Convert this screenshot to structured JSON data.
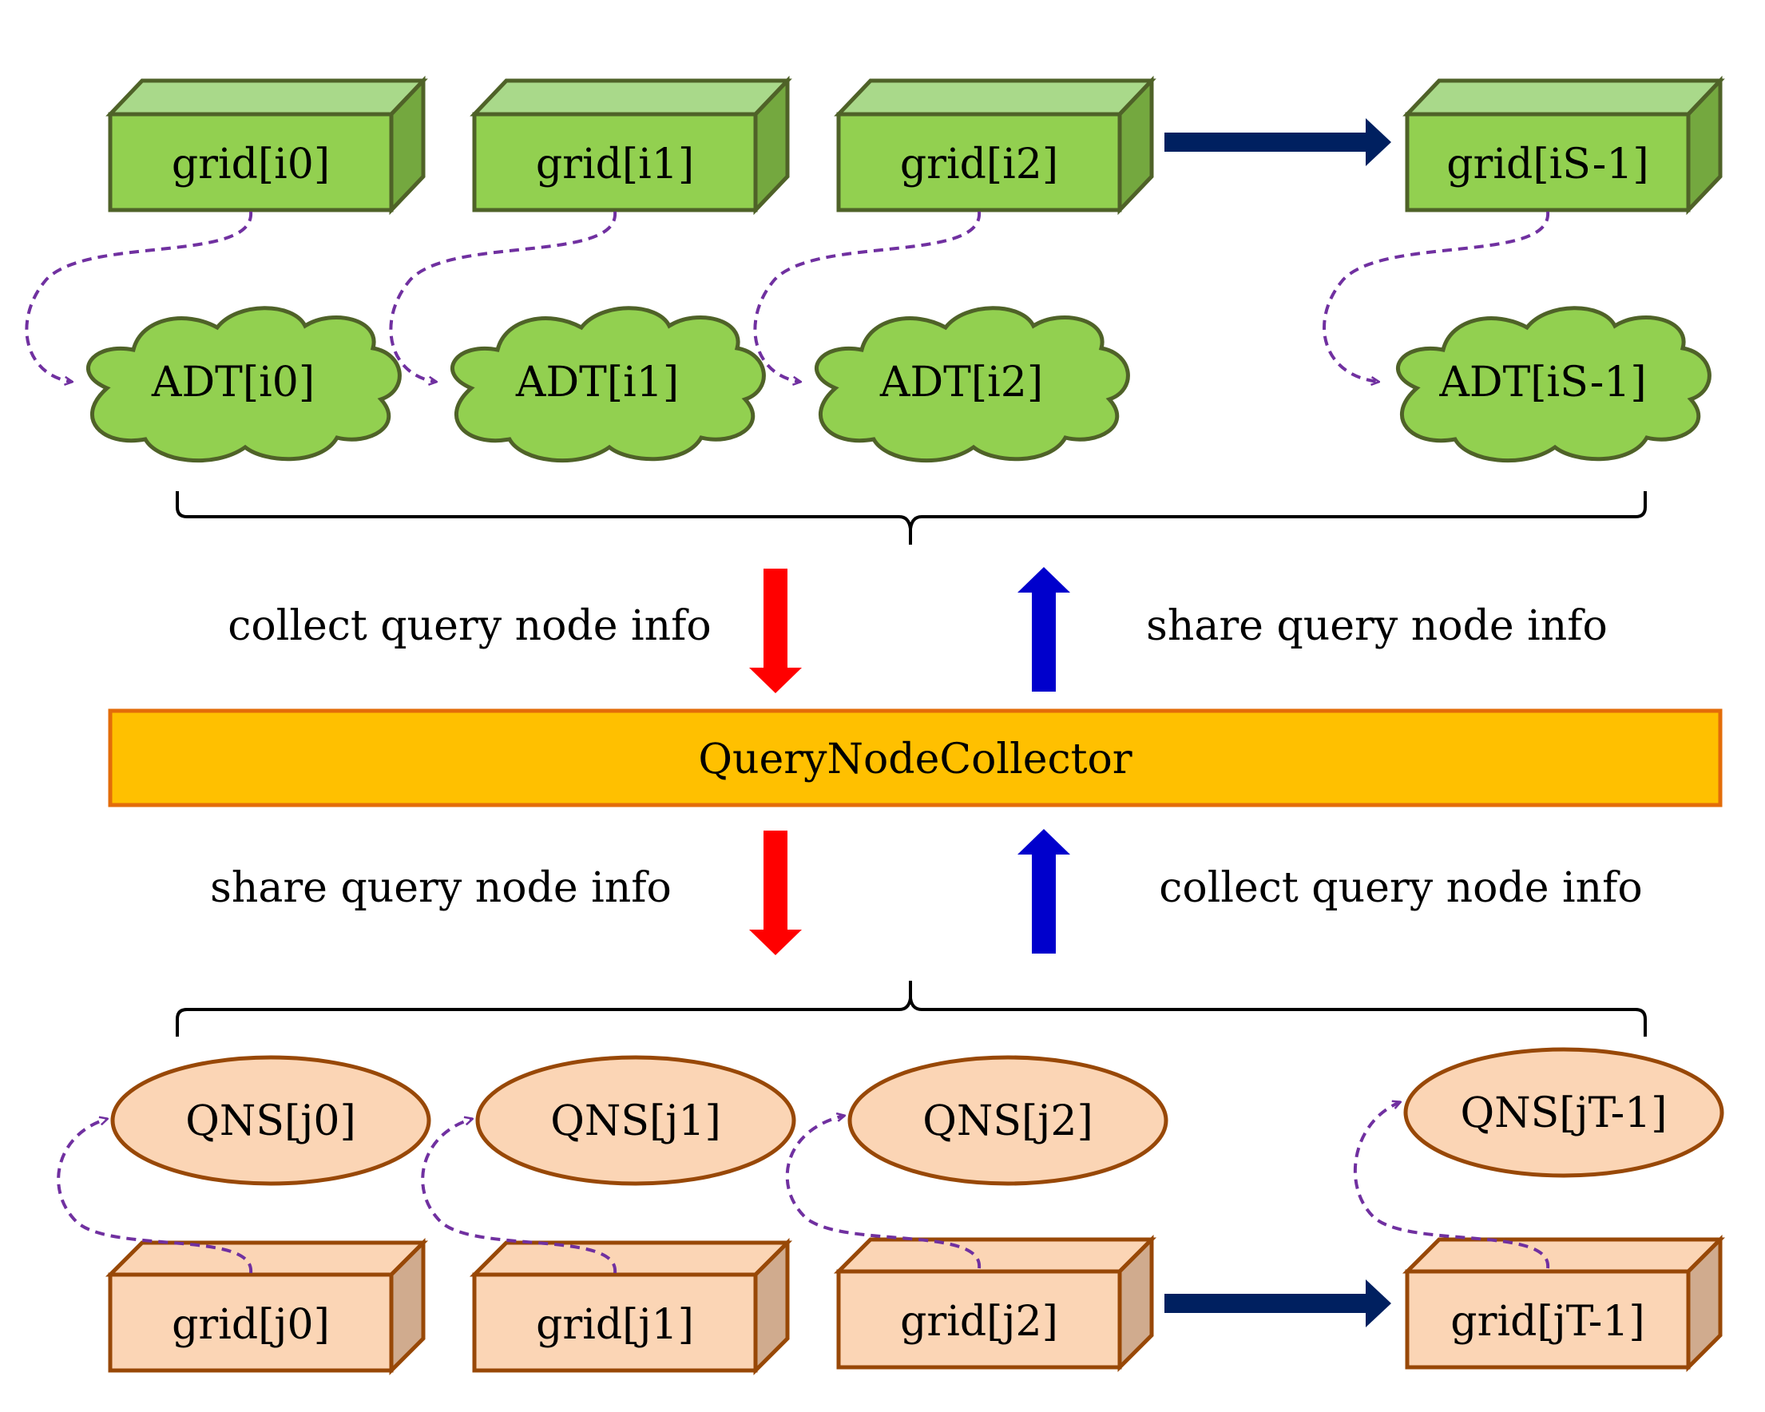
{
  "top_grids": [
    {
      "label": "grid[i0]"
    },
    {
      "label": "grid[i1]"
    },
    {
      "label": "grid[i2]"
    },
    {
      "label": "grid[iS-1]"
    }
  ],
  "top_adts": [
    {
      "label": "ADT[i0]"
    },
    {
      "label": "ADT[i1]"
    },
    {
      "label": "ADT[i2]"
    },
    {
      "label": "ADT[iS-1]"
    }
  ],
  "upper_flow": {
    "left_label": "collect query node info",
    "right_label": "share query node info"
  },
  "collector": {
    "label": "QueryNodeCollector"
  },
  "lower_flow": {
    "left_label": "share query node info",
    "right_label": "collect query node info"
  },
  "bottom_qns": [
    {
      "label": "QNS[j0]"
    },
    {
      "label": "QNS[j1]"
    },
    {
      "label": "QNS[j2]"
    },
    {
      "label": "QNS[jT-1]"
    }
  ],
  "bottom_grids": [
    {
      "label": "grid[j0]"
    },
    {
      "label": "grid[j1]"
    },
    {
      "label": "grid[j2]"
    },
    {
      "label": "grid[jT-1]"
    }
  ],
  "colors": {
    "green_front": "#92D050",
    "green_top": "#A9D98A",
    "green_side": "#74A83F",
    "green_stroke": "#4F6228",
    "peach_front": "#FBD5B5",
    "peach_side": "#D0AB8E",
    "peach_stroke": "#984807",
    "collector_fill": "#FFC000",
    "collector_stroke": "#E36C09",
    "navy_arrow": "#002060",
    "red_arrow": "#FF0000",
    "blue_arrow": "#0000CC",
    "dashed_link": "#7030A0"
  }
}
